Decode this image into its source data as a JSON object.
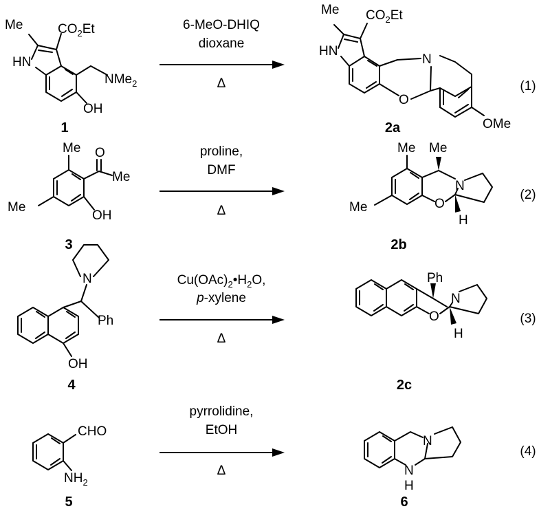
{
  "reactions": [
    {
      "equation": "(1)",
      "reactant_label": "1",
      "product_label": "2a",
      "condition_line1": "6-MeO-DHIQ",
      "condition_line2": "dioxane",
      "condition_line3": "Δ",
      "reactant_atoms": {
        "me": "Me",
        "ester": "CO2Et",
        "nh": "HN",
        "nme2": "NMe2",
        "oh": "OH"
      },
      "product_atoms": {
        "me": "Me",
        "ester": "CO2Et",
        "nh": "HN",
        "n": "N",
        "o": "O",
        "ome": "OMe"
      }
    },
    {
      "equation": "(2)",
      "reactant_label": "3",
      "product_label": "2b",
      "condition_line1": "proline,",
      "condition_line2": "DMF",
      "condition_line3": "Δ",
      "reactant_atoms": {
        "me_top": "Me",
        "o": "O",
        "me_acetyl": "Me",
        "me_ring": "Me",
        "oh": "OH"
      },
      "product_atoms": {
        "me_ring": "Me",
        "me_benzylic": "Me",
        "n": "N",
        "o": "O",
        "me_low": "Me",
        "h": "H"
      }
    },
    {
      "equation": "(3)",
      "reactant_label": "4",
      "product_label": "2c",
      "condition_line1": "Cu(OAc)2•H2O,",
      "condition_line2_prefix": "p",
      "condition_line2_rest": "-xylene",
      "condition_line3": "Δ",
      "reactant_atoms": {
        "n": "N",
        "ph": "Ph",
        "oh": "OH"
      },
      "product_atoms": {
        "ph": "Ph",
        "n": "N",
        "o": "O",
        "h": "H"
      }
    },
    {
      "equation": "(4)",
      "reactant_label": "5",
      "product_label": "6",
      "condition_line1": "pyrrolidine,",
      "condition_line2": "EtOH",
      "condition_line3": "Δ",
      "reactant_atoms": {
        "cho": "CHO",
        "nh2": "NH2"
      },
      "product_atoms": {
        "n": "N",
        "nh": "N",
        "h": "H"
      }
    }
  ]
}
